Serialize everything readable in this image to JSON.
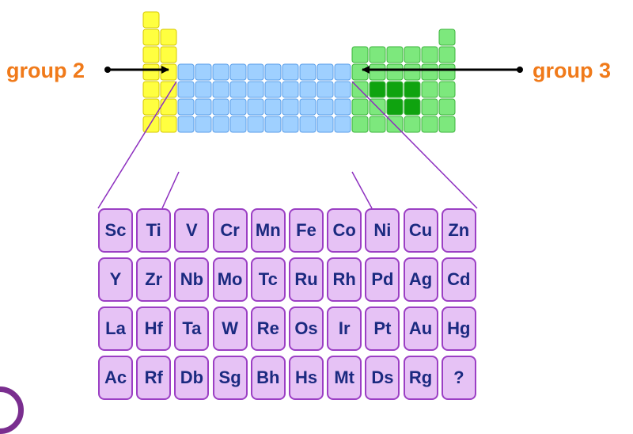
{
  "labels": {
    "left": "group 2",
    "right": "group 3"
  },
  "colors": {
    "label": "#f07a1a",
    "group2": "#ffff40",
    "group2_border": "#d6c700",
    "transition": "#9fd0ff",
    "transition_border": "#5a9ee8",
    "group3": "#7de87d",
    "group3_border": "#3db33d",
    "group3_dark": "#0fa30f",
    "expand_line": "#8d2fbf",
    "arrow": "#000000"
  },
  "elements": [
    [
      "Sc",
      "Ti",
      "V",
      "Cr",
      "Mn",
      "Fe",
      "Co",
      "Ni",
      "Cu",
      "Zn"
    ],
    [
      "Y",
      "Zr",
      "Nb",
      "Mo",
      "Tc",
      "Ru",
      "Rh",
      "Pd",
      "Ag",
      "Cd"
    ],
    [
      "La",
      "Hf",
      "Ta",
      "W",
      "Re",
      "Os",
      "Ir",
      "Pt",
      "Au",
      "Hg"
    ],
    [
      "Ac",
      "Rf",
      "Db",
      "Sg",
      "Bh",
      "Hs",
      "Mt",
      "Ds",
      "Rg",
      "?"
    ]
  ]
}
